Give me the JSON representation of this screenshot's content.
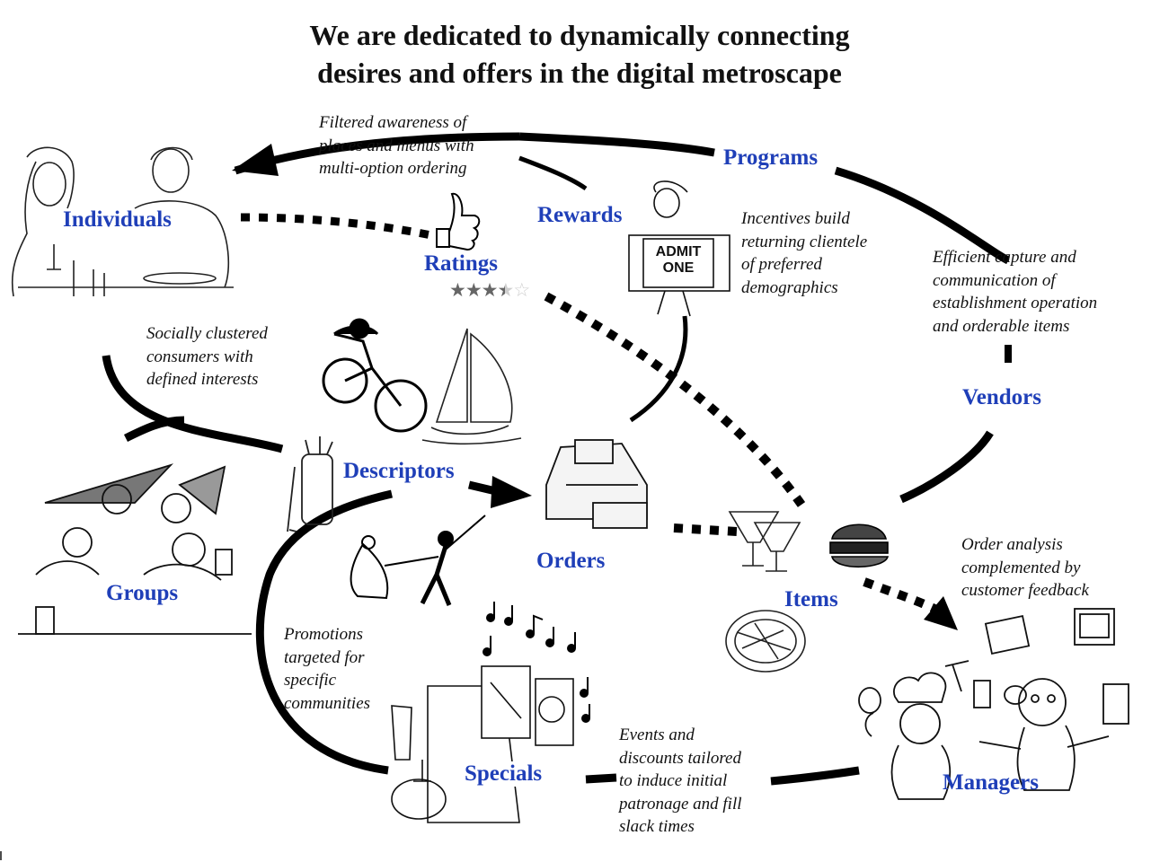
{
  "title": {
    "line1": "We are dedicated to dynamically connecting",
    "line2": "desires and offers in the digital metroscape"
  },
  "nodes": {
    "individuals": "Individuals",
    "programs": "Programs",
    "rewards": "Rewards",
    "ratings": "Ratings",
    "descriptors": "Descriptors",
    "orders": "Orders",
    "vendors": "Vendors",
    "groups": "Groups",
    "items": "Items",
    "specials": "Specials",
    "managers": "Managers"
  },
  "notes": {
    "filtered": [
      "Filtered awareness of",
      "places and menus with",
      "multi-option ordering"
    ],
    "incentives": [
      "Incentives build",
      "returning clientele",
      "of preferred",
      "demographics"
    ],
    "efficient": [
      "Efficient capture and",
      "communication  of",
      "establishment operation",
      "and orderable items"
    ],
    "socially": [
      "Socially clustered",
      "consumers with",
      "defined interests"
    ],
    "order_analysis": [
      "Order analysis",
      "complemented by",
      "customer feedback"
    ],
    "promotions": [
      "Promotions",
      "targeted for",
      "specific",
      "communities"
    ],
    "events": [
      "Events and",
      "discounts tailored",
      "to induce initial",
      "patronage and fill",
      "slack times"
    ]
  },
  "rating": {
    "value": 3.5,
    "max": 5
  },
  "ticket_text": "ADMIT ONE",
  "colors": {
    "node_label": "#1f3fb8",
    "connector": "#000000"
  }
}
